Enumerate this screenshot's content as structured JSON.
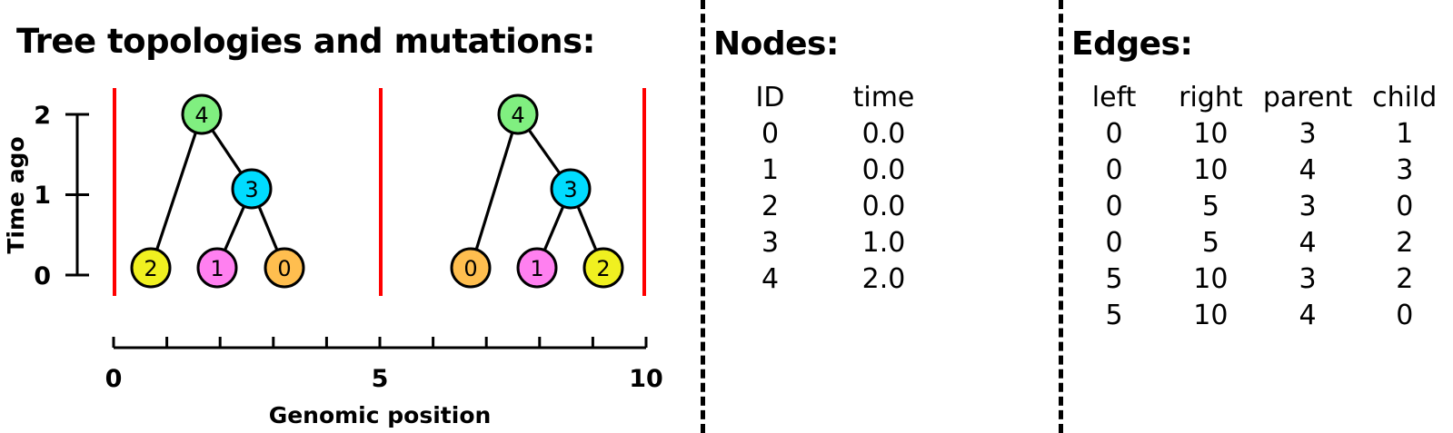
{
  "panels": {
    "trees": {
      "title": "Tree topologies and mutations:",
      "y_axis_label": "Time ago",
      "x_axis_label": "Genomic position"
    },
    "nodes": {
      "title": "Nodes:",
      "columns": [
        "ID",
        "time"
      ],
      "rows": [
        [
          "0",
          "0.0"
        ],
        [
          "1",
          "0.0"
        ],
        [
          "2",
          "0.0"
        ],
        [
          "3",
          "1.0"
        ],
        [
          "4",
          "2.0"
        ]
      ]
    },
    "edges": {
      "title": "Edges:",
      "columns": [
        "left",
        "right",
        "parent",
        "child"
      ],
      "rows": [
        [
          "0",
          "10",
          "3",
          "1"
        ],
        [
          "0",
          "10",
          "4",
          "3"
        ],
        [
          "0",
          "5",
          "3",
          "0"
        ],
        [
          "0",
          "5",
          "4",
          "2"
        ],
        [
          "5",
          "10",
          "3",
          "2"
        ],
        [
          "5",
          "10",
          "4",
          "0"
        ]
      ]
    }
  },
  "chart_data": {
    "type": "tree-sequence",
    "title": "Tree topologies and mutations:",
    "xlabel": "Genomic position",
    "ylabel": "Time ago",
    "xlim": [
      0,
      10
    ],
    "ylim": [
      0,
      2
    ],
    "x_ticks": [
      0,
      1,
      2,
      3,
      4,
      5,
      6,
      7,
      8,
      9,
      10
    ],
    "x_tick_labels": [
      "0",
      "",
      "",
      "",
      "",
      "5",
      "",
      "",
      "",
      "",
      "10"
    ],
    "y_ticks": [
      0,
      1,
      2
    ],
    "y_tick_labels": [
      "0",
      "1",
      "2"
    ],
    "grid": false,
    "breakpoints": [
      0,
      5,
      10
    ],
    "breakpoint_color": "#ff0000",
    "node_colors": {
      "0": "#ffbe4f",
      "1": "#ff80f0",
      "2": "#f0f020",
      "3": "#00dcff",
      "4": "#80ef80"
    },
    "node_times": {
      "0": 0.0,
      "1": 0.0,
      "2": 0.0,
      "3": 1.0,
      "4": 2.0
    },
    "trees": [
      {
        "interval": [
          0,
          5
        ],
        "leaf_order": [
          "2",
          "1",
          "0"
        ],
        "edges": [
          [
            "4",
            "2"
          ],
          [
            "4",
            "3"
          ],
          [
            "3",
            "1"
          ],
          [
            "3",
            "0"
          ]
        ],
        "node_positions": {
          "2": {
            "x": 166,
            "y": 295
          },
          "1": {
            "x": 239,
            "y": 295
          },
          "0": {
            "x": 313,
            "y": 295
          },
          "3": {
            "x": 277,
            "y": 208
          },
          "4": {
            "x": 222,
            "y": 126
          }
        }
      },
      {
        "interval": [
          5,
          10
        ],
        "leaf_order": [
          "0",
          "1",
          "2"
        ],
        "edges": [
          [
            "4",
            "0"
          ],
          [
            "4",
            "3"
          ],
          [
            "3",
            "1"
          ],
          [
            "3",
            "2"
          ]
        ],
        "node_positions": {
          "0": {
            "x": 518,
            "y": 295
          },
          "1": {
            "x": 591,
            "y": 295
          },
          "2": {
            "x": 664,
            "y": 295
          },
          "3": {
            "x": 628,
            "y": 208
          },
          "4": {
            "x": 570,
            "y": 126
          }
        }
      }
    ],
    "node_radius": 21,
    "plot_geometry": {
      "x_axis_y": 383,
      "x_axis_left": 125,
      "x_axis_right": 711,
      "y_axis_x": 85,
      "y_axis_top": 126,
      "y_axis_bottom": 303,
      "breakpoint_top": 97,
      "breakpoint_bottom": 326
    }
  }
}
